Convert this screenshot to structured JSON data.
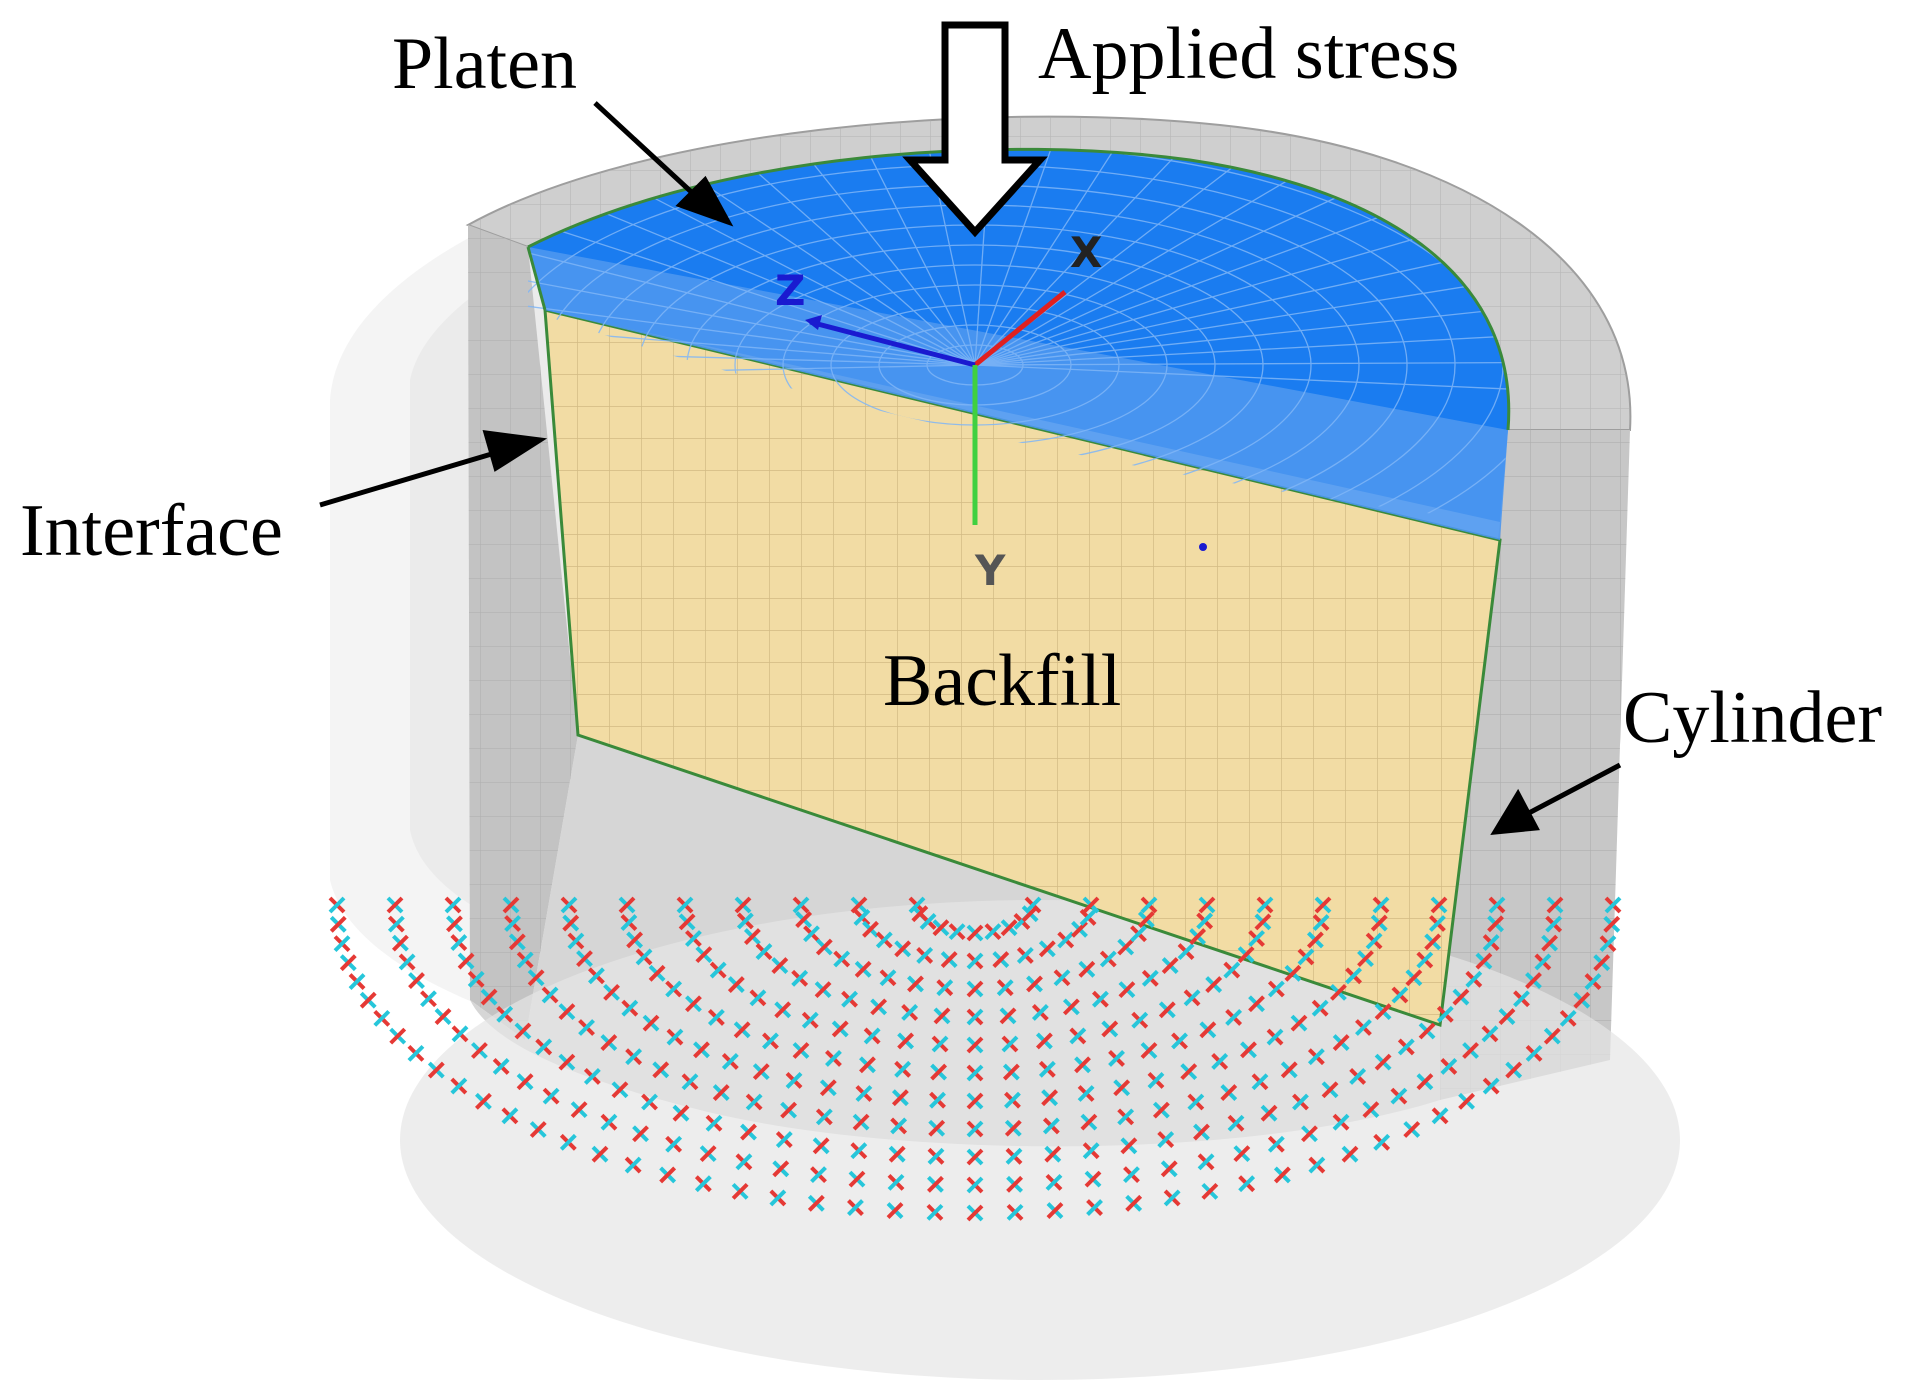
{
  "labels": {
    "platen": "Platen",
    "applied_stress": "Applied stress",
    "interface": "Interface",
    "backfill": "Backfill",
    "cylinder": "Cylinder"
  },
  "axes": {
    "x": "X",
    "y": "Y",
    "z": "Z"
  },
  "colors": {
    "platen": "#1a7cf0",
    "backfill": "#f2dca4",
    "cylinder": "#c9c9c9",
    "interface_edge": "#3a8a3a",
    "axis_x": "#e02020",
    "axis_y": "#40d040",
    "axis_z": "#1a1ad0",
    "support_red": "#e53935",
    "support_cyan": "#26c6da"
  }
}
